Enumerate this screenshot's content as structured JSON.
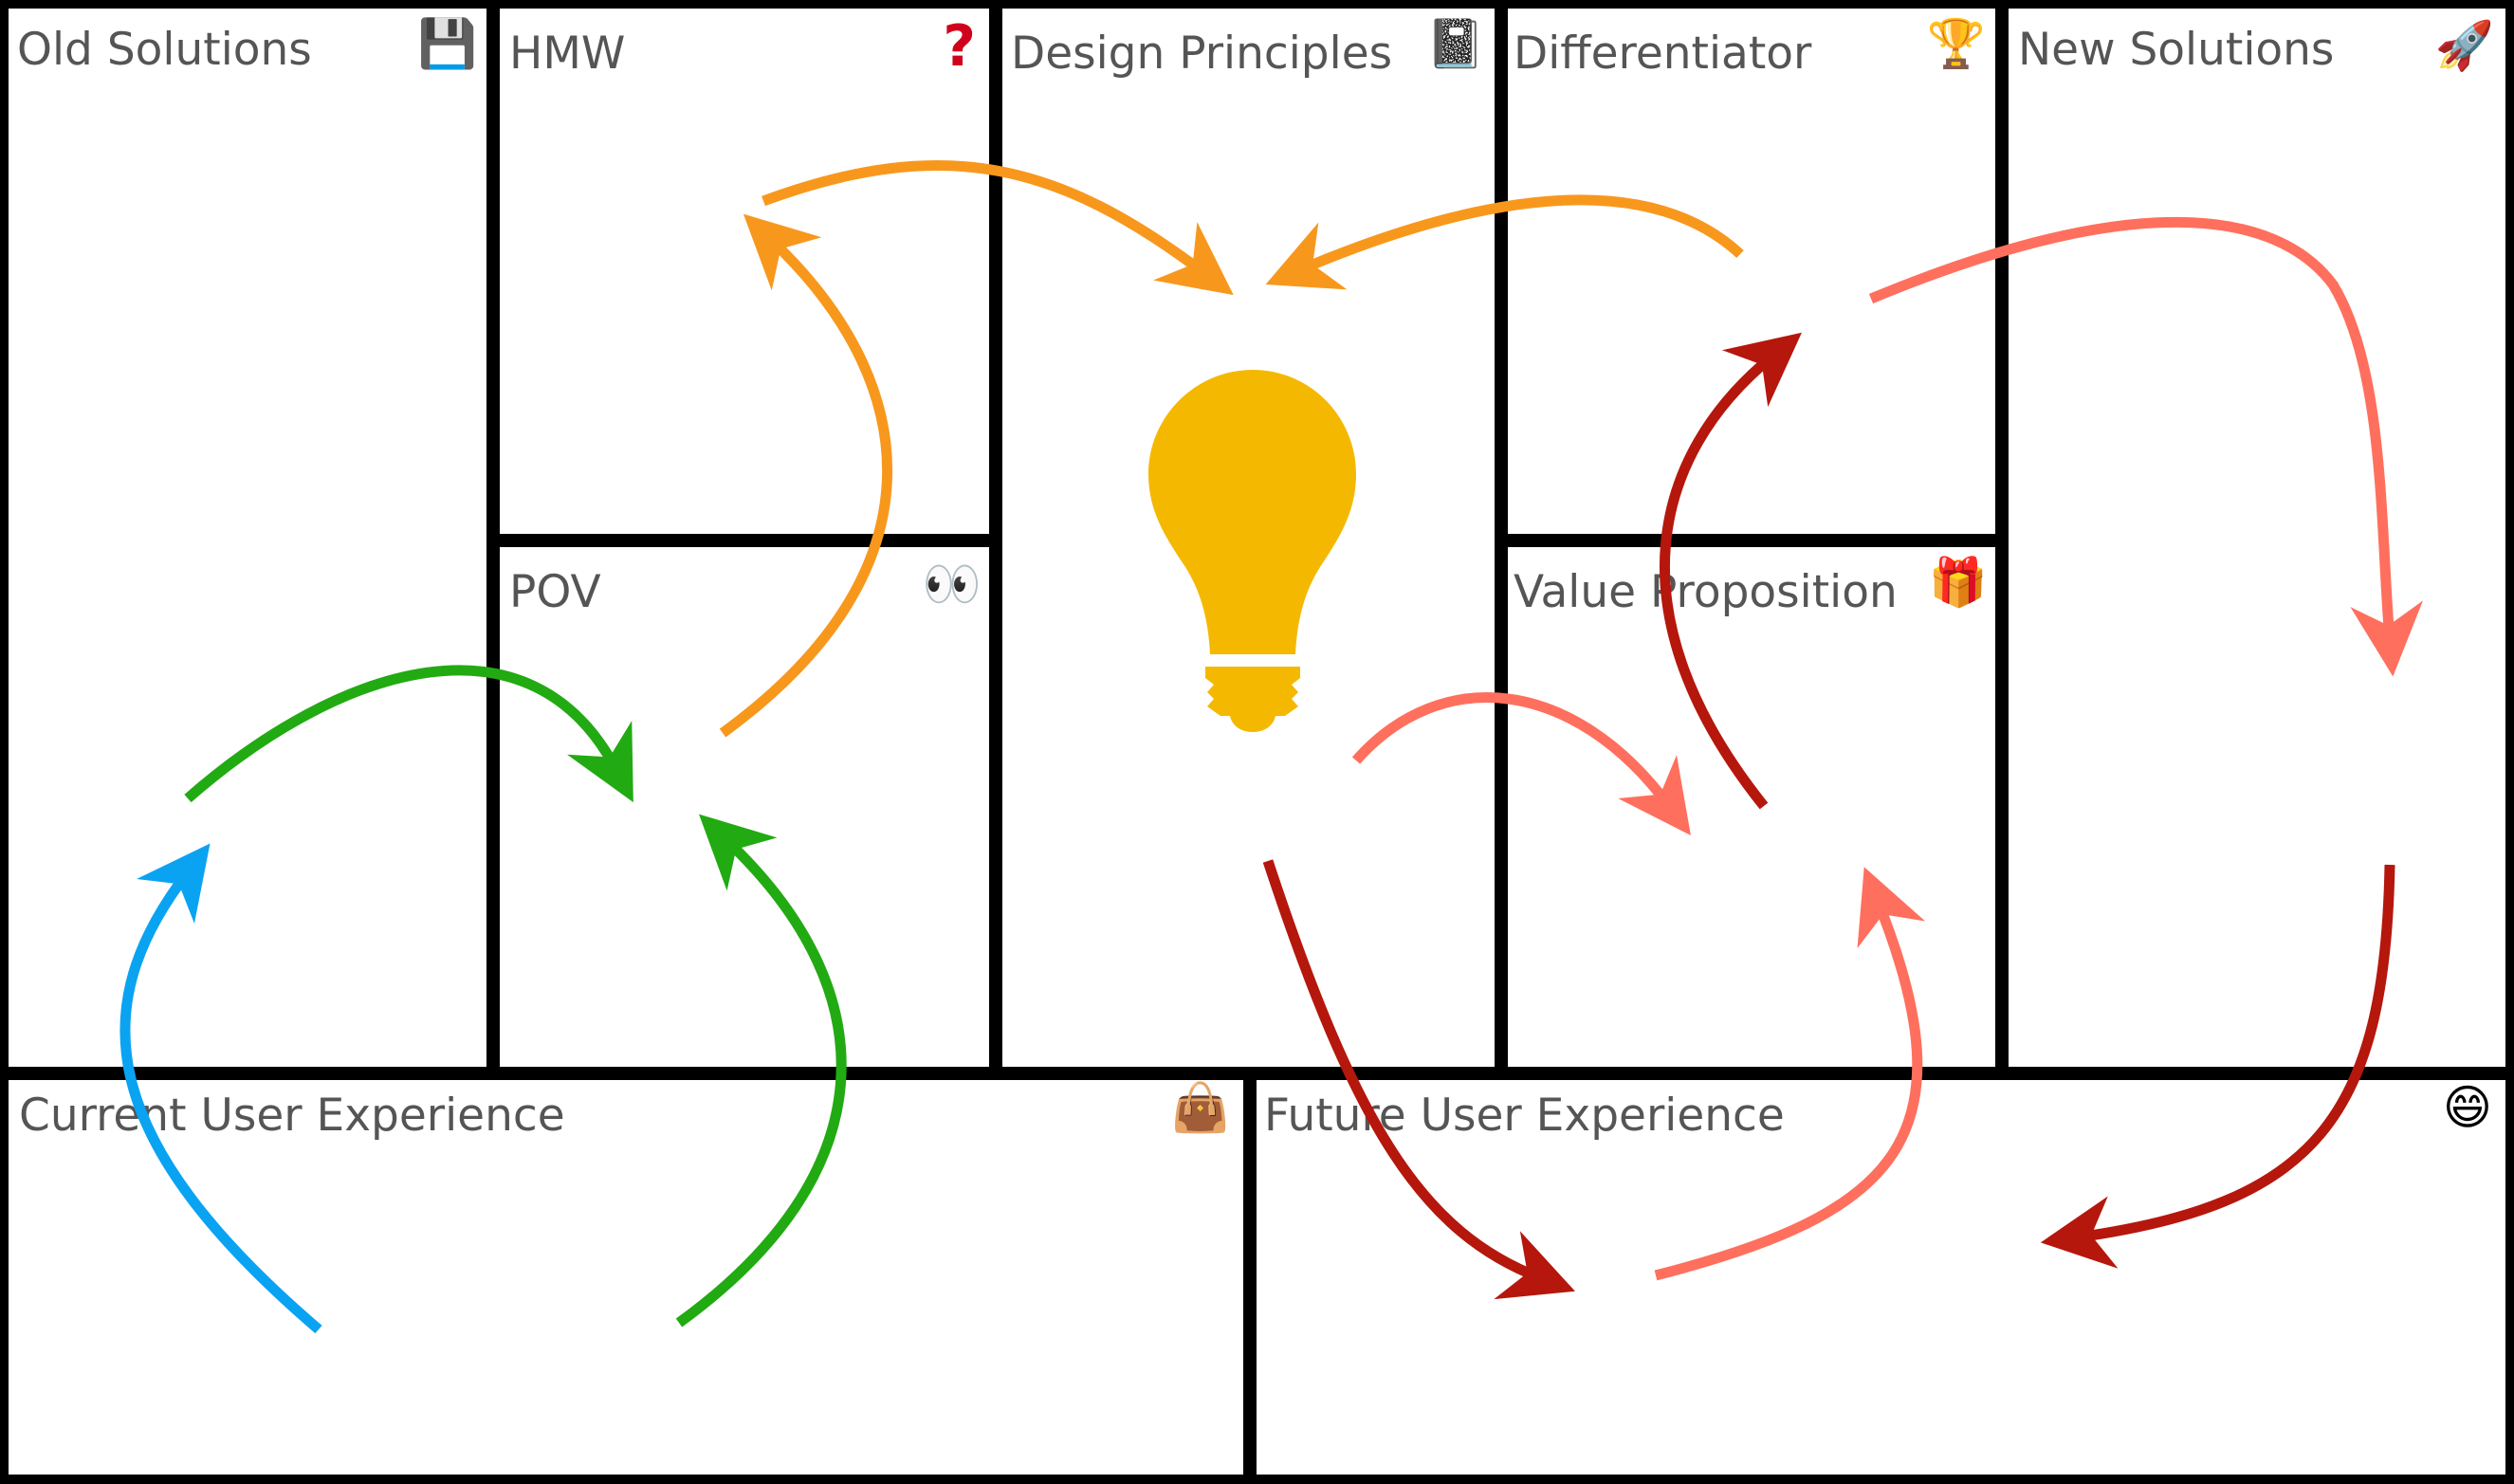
{
  "canvas": {
    "cells": [
      {
        "id": "old-solutions",
        "label": "Old Solutions",
        "icon": "floppy-disk-icon",
        "glyph": "💾"
      },
      {
        "id": "hmw",
        "label": "HMW",
        "icon": "question-mark-icon",
        "glyph": "❓"
      },
      {
        "id": "pov",
        "label": "POV",
        "icon": "eyes-icon",
        "glyph": "👀"
      },
      {
        "id": "design-principles",
        "label": "Design Principles",
        "icon": "notebook-icon",
        "glyph": "📓"
      },
      {
        "id": "differentiator",
        "label": "Differentiator",
        "icon": "trophy-icon",
        "glyph": "🏆"
      },
      {
        "id": "value-proposition",
        "label": "Value Proposition",
        "icon": "gift-icon",
        "glyph": "🎁"
      },
      {
        "id": "new-solutions",
        "label": "New Solutions",
        "icon": "rocket-icon",
        "glyph": "🚀"
      },
      {
        "id": "current-user-experience",
        "label": "Current User Experience",
        "icon": "handbag-icon",
        "glyph": "👜"
      },
      {
        "id": "future-user-experience",
        "label": "Future User Experience",
        "icon": "grinning-face-icon",
        "glyph": "😄"
      }
    ]
  },
  "center": {
    "icon": "lightbulb-icon",
    "color": "#F5B800"
  },
  "colors": {
    "orange": "#F7981D",
    "green": "#22AA12",
    "blue": "#0AA3F2",
    "salmon": "#FF6F5E",
    "darkred": "#B5170D",
    "border": "#000000",
    "label": "#555555"
  }
}
